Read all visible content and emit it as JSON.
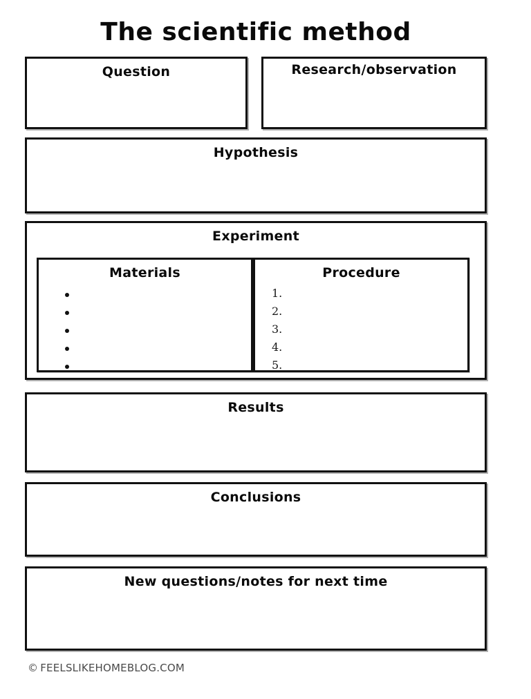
{
  "document": {
    "title": "The scientific method",
    "type": "printable-worksheet",
    "background_color": "#ffffff",
    "ink_color": "#111111"
  },
  "sections": {
    "question": {
      "label": "Question",
      "value": "",
      "placeholder": ""
    },
    "research": {
      "label": "Research/Observation",
      "value": "",
      "placeholder": ""
    },
    "hypothesis": {
      "label": "Hypothesis",
      "value": "",
      "placeholder": ""
    },
    "experiment": {
      "label": "Experiment",
      "materials": {
        "label": "Materials",
        "bullets": [
          "",
          "",
          "",
          "",
          ""
        ],
        "bullet_count": 5
      },
      "procedure": {
        "label": "Procedure",
        "numbers": [
          "1.",
          "2.",
          "3.",
          "4.",
          "5."
        ],
        "step_count": 5
      }
    },
    "results": {
      "label": "Results",
      "value": "",
      "placeholder": ""
    },
    "conclusions": {
      "label": "Conclusions",
      "value": "",
      "placeholder": ""
    },
    "new_questions": {
      "label": "New questions/notes for next time",
      "value": "",
      "placeholder": ""
    }
  },
  "footer": {
    "copyright_mark": "©",
    "site": "FEELSLIKEHOMEBLOG.COM"
  }
}
